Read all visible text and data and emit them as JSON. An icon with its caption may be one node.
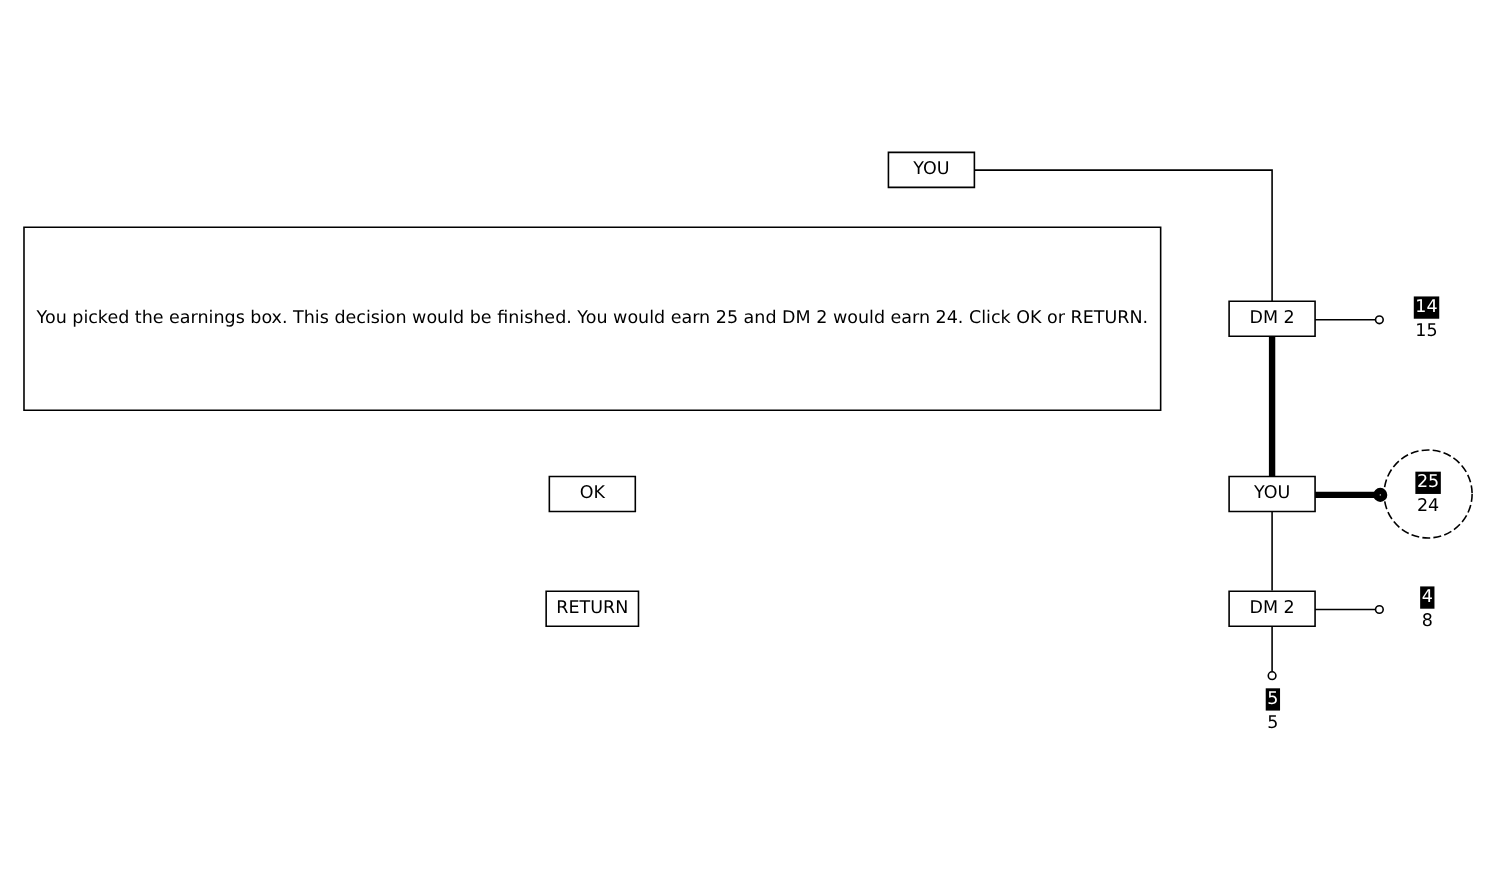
{
  "diagram": {
    "nodes": [
      {
        "text": [
          "You picked the earnings box. This decision would be finished. You would earn 25 and DM 2 would earn 24. Click OK or RETURN."
        ]
      },
      {
        "text": [
          "YOU"
        ]
      },
      {
        "text": [
          "DM 2"
        ]
      },
      {
        "text": [
          "14",
          "15"
        ]
      },
      {
        "text": [
          "YOU"
        ]
      },
      {
        "text": [
          "25",
          "24"
        ]
      },
      {
        "text": [
          "DM 2"
        ]
      },
      {
        "text": [
          "4",
          "8"
        ]
      },
      {
        "text": [
          "5",
          "5"
        ]
      },
      {
        "text": [
          "OK"
        ]
      },
      {
        "text": [
          "RETURN"
        ]
      }
    ],
    "edges": [
      {
        "from": 1,
        "to": 2,
        "arrow": "none"
      },
      {
        "from": 2,
        "to": 3,
        "arrow": "other"
      },
      {
        "from": 2,
        "to": 4,
        "arrow": "none",
        "style": "thick"
      },
      {
        "from": 4,
        "to": 5,
        "arrow": "other",
        "style": "thick"
      },
      {
        "from": 4,
        "to": 6,
        "arrow": "none"
      },
      {
        "from": 6,
        "to": 7,
        "arrow": "other"
      },
      {
        "from": 6,
        "to": 8,
        "arrow": "other"
      }
    ]
  }
}
